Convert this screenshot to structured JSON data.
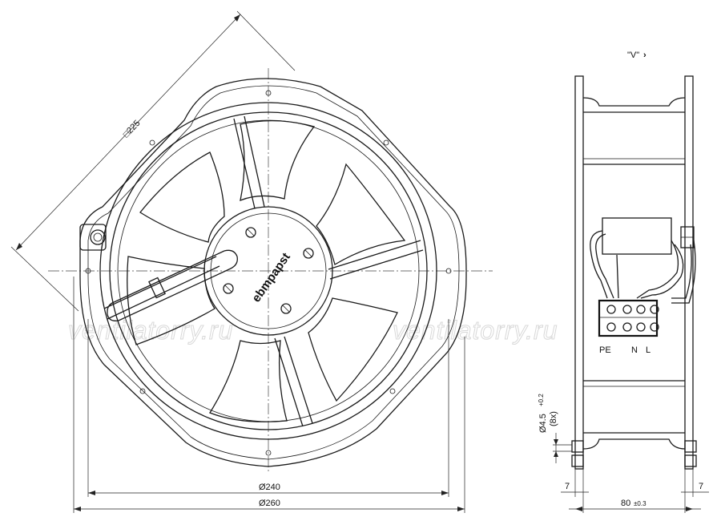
{
  "front_view": {
    "dim_diagonal": "□225",
    "dim_inner": "Ø240",
    "dim_outer": "Ø260",
    "logo": "ebmpapst"
  },
  "side_view": {
    "view_label": "\"V\"",
    "view_arrow": "›",
    "terminal_pe": "PE",
    "terminal_n": "N",
    "terminal_l": "L",
    "hole_dim": "Ø4.5",
    "hole_tol": "+0.2",
    "hole_count": "(8x)",
    "flange_left": "7",
    "flange_right": "7",
    "depth": "80",
    "depth_tol": "±0.3"
  },
  "watermark": {
    "left": "ventilatorry.ru",
    "right": "ventilatorry.ru"
  }
}
